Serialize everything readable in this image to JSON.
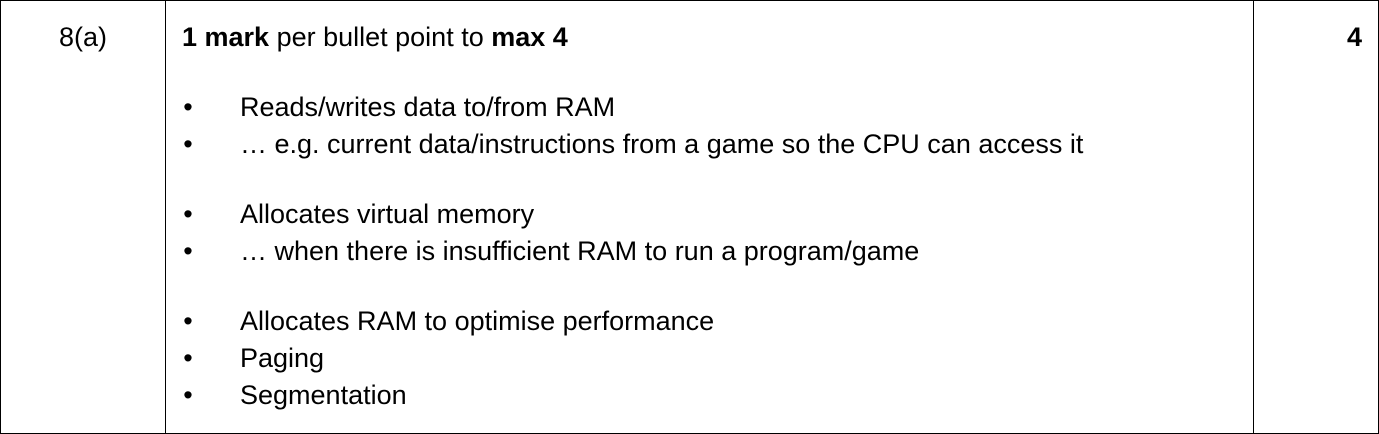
{
  "question": {
    "number": "8(a)",
    "marks": "4",
    "header": {
      "lead_bold": "1 mark",
      "middle": " per bullet point to ",
      "tail_bold": "max 4"
    },
    "bullet_symbol": "•",
    "groups": [
      [
        "Reads/writes data to/from RAM",
        "… e.g. current data/instructions from a game so the CPU can access it"
      ],
      [
        "Allocates virtual memory",
        "… when there is insufficient RAM to run a program/game"
      ],
      [
        "Allocates RAM to optimise performance",
        "Paging",
        "Segmentation"
      ]
    ]
  }
}
